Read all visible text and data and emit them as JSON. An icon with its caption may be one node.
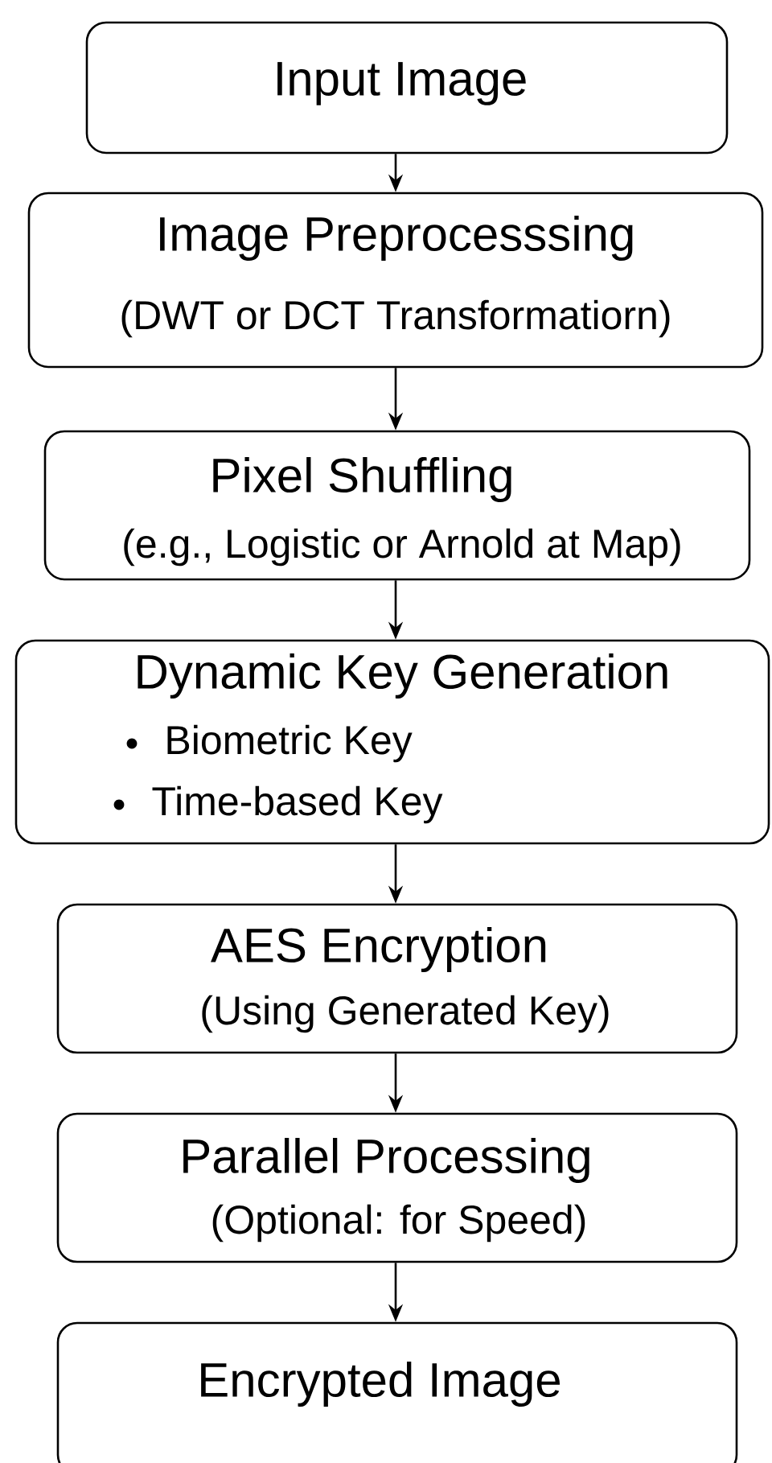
{
  "diagram": {
    "nodes": [
      {
        "text": [
          "Input Image"
        ]
      },
      {
        "text": [
          "Image Preprocesssing",
          "(DWT or DCT Transformatiorn)"
        ]
      },
      {
        "text": [
          "Pixel Shuffling",
          "(e.g., Logistic or Arnold at Map)"
        ]
      },
      {
        "text": [
          "Dynamic Key Generation",
          "Biometric Key",
          "Time-based Key"
        ]
      },
      {
        "text": [
          "AES Encryption",
          "(Using Generated Key)"
        ]
      },
      {
        "text": [
          "Parallel Processing",
          "(Optional: for Speed)"
        ]
      },
      {
        "text": [
          "Encrypted Image"
        ]
      }
    ],
    "edges": [
      {
        "from": 0,
        "to": 1,
        "arrow": "to"
      },
      {
        "from": 1,
        "to": 2,
        "arrow": "to"
      },
      {
        "from": 2,
        "to": 3,
        "arrow": "to"
      },
      {
        "from": 3,
        "to": 4,
        "arrow": "to"
      },
      {
        "from": 4,
        "to": 5,
        "arrow": "to"
      },
      {
        "from": 5,
        "to": 6,
        "arrow": "to"
      }
    ]
  }
}
